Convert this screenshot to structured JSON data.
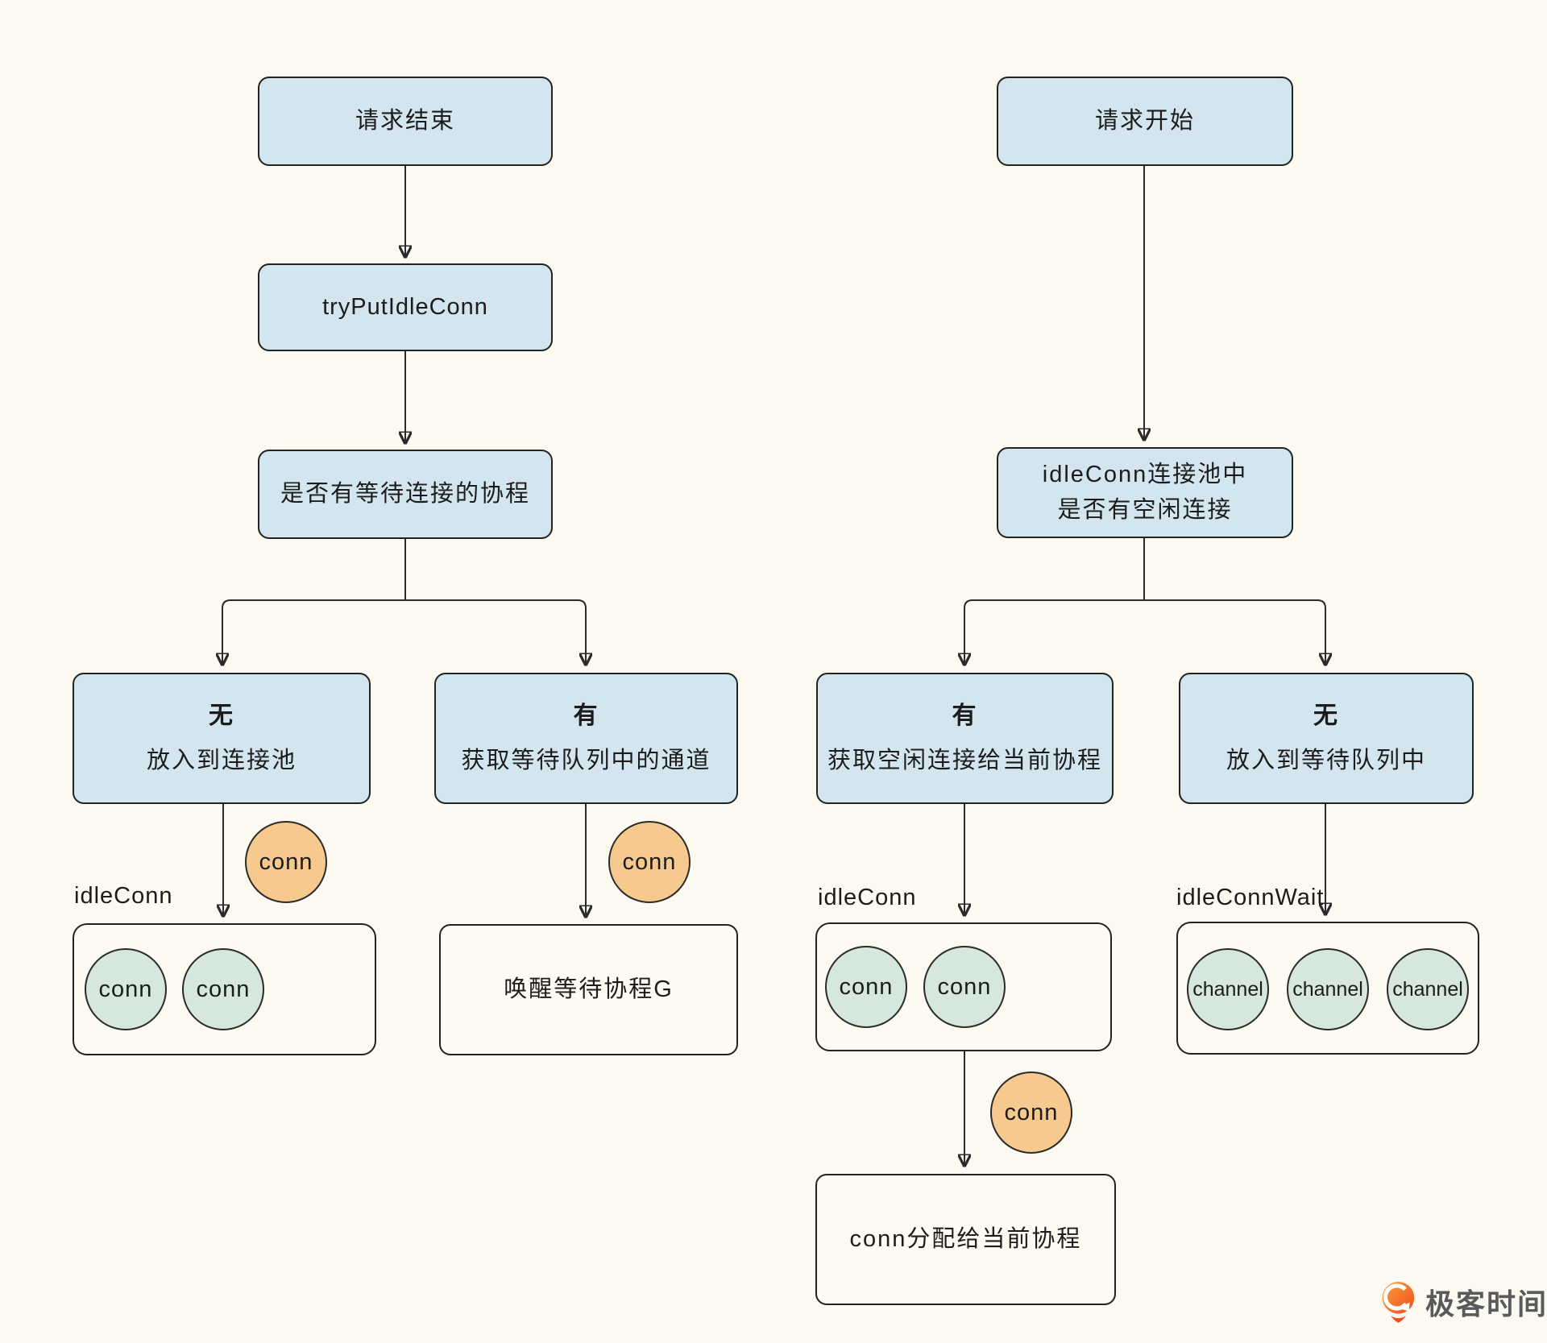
{
  "diagram": {
    "left": {
      "start": "请求结束",
      "try_put": "tryPutIdleConn",
      "decision": "是否有等待连接的协程",
      "no_title": "无",
      "no_desc": "放入到连接池",
      "yes_title": "有",
      "yes_desc": "获取等待队列中的通道",
      "conn_token_a": "conn",
      "conn_token_b": "conn",
      "pool_label": "idleConn",
      "pool_items": [
        "conn",
        "conn"
      ],
      "wake": "唤醒等待协程G"
    },
    "right": {
      "start": "请求开始",
      "decision_line1": "idleConn连接池中",
      "decision_line2": "是否有空闲连接",
      "yes_title": "有",
      "yes_desc": "获取空闲连接给当前协程",
      "no_title": "无",
      "no_desc": "放入到等待队列中",
      "pool_label": "idleConn",
      "pool_items": [
        "conn",
        "conn"
      ],
      "wait_label": "idleConnWait",
      "wait_items": [
        "channel",
        "channel",
        "channel"
      ],
      "conn_token": "conn",
      "assign": "conn分配给当前协程"
    },
    "logo": {
      "text": "极客时间"
    },
    "colors": {
      "background": "#fbf9f0",
      "node_fill": "#d3e5ee",
      "token_fill": "#f6ca8e",
      "item_fill": "#d6e8dd",
      "stroke": "#2a2a2a",
      "logo_orange": "#f15a24",
      "logo_text": "#595a5c"
    }
  }
}
